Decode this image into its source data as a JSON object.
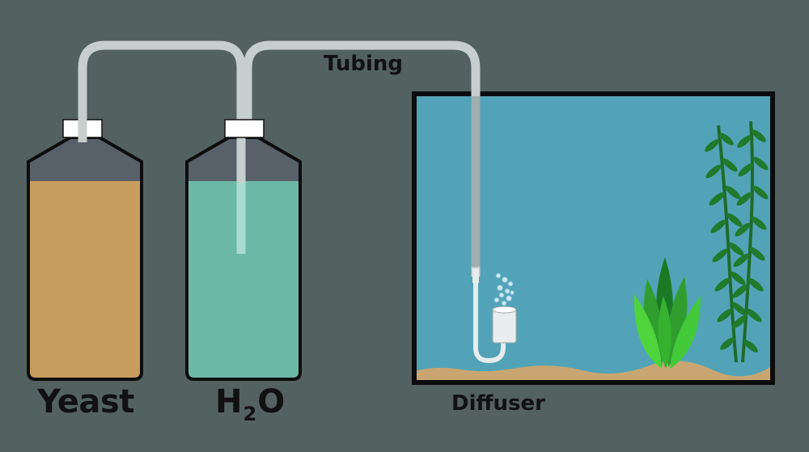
{
  "labels": {
    "yeast": "Yeast",
    "water_main": "H",
    "water_sub": "2",
    "water_end": "O",
    "tubing": "Tubing",
    "diffuser": "Diffuser"
  },
  "colors": {
    "background": "#536261",
    "yeast_liquid": "#c79c5c",
    "water_liquid": "#6cb8a7",
    "aquarium_water": "#52a3b7",
    "tubing": "#c6cfcd",
    "cap": "#ffffff",
    "substrate": "#c9a671",
    "plant_light": "#3fcf3a",
    "plant_dark": "#1a7a24"
  }
}
